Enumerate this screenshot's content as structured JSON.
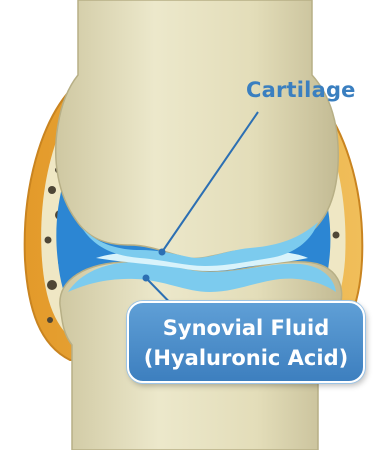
{
  "labels": {
    "cartilage": "Cartilage",
    "fluid_line1": "Synovial Fluid",
    "fluid_line2": "(Hyaluronic Acid)"
  },
  "colors": {
    "bone": "#e6e1bf",
    "bone_shadow": "#cdc6a0",
    "capsule": "#e8a93a",
    "synovium": "#2c86d3",
    "cartilage": "#7ccbee",
    "fluid": "#d9f3fb",
    "label_blue": "#3a7fc0"
  }
}
